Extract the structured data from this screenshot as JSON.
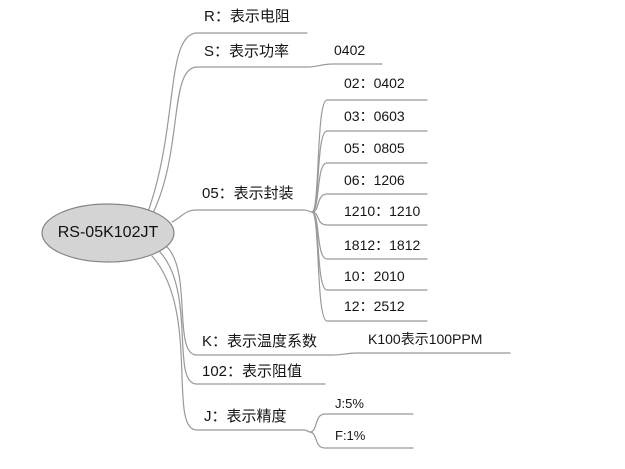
{
  "diagram": {
    "title_hint": "part-number decomposition mind map",
    "root": {
      "label": "RS-05K102JT"
    },
    "branches": [
      {
        "label": "R：表示电阻",
        "children": []
      },
      {
        "label": "S：表示功率",
        "children": [
          {
            "label": "0402"
          }
        ]
      },
      {
        "label": "05：表示封装",
        "children": [
          {
            "label": "02：0402"
          },
          {
            "label": "03：0603"
          },
          {
            "label": "05：0805"
          },
          {
            "label": "06：1206"
          },
          {
            "label": "1210：1210"
          },
          {
            "label": "1812：1812"
          },
          {
            "label": "10：2010"
          },
          {
            "label": "12：2512"
          }
        ]
      },
      {
        "label": "K：表示温度系数",
        "children": [
          {
            "label": "K100表示100PPM"
          }
        ]
      },
      {
        "label": "102：表示阻值",
        "children": []
      },
      {
        "label": "J：表示精度",
        "children": [
          {
            "label": "J:5%"
          },
          {
            "label": "F:1%"
          }
        ]
      }
    ],
    "colors": {
      "background": "#ffffff",
      "root_fill": "#d4d4d4",
      "root_border": "#848484",
      "connector_line": "#999999",
      "text": "#151515"
    }
  }
}
